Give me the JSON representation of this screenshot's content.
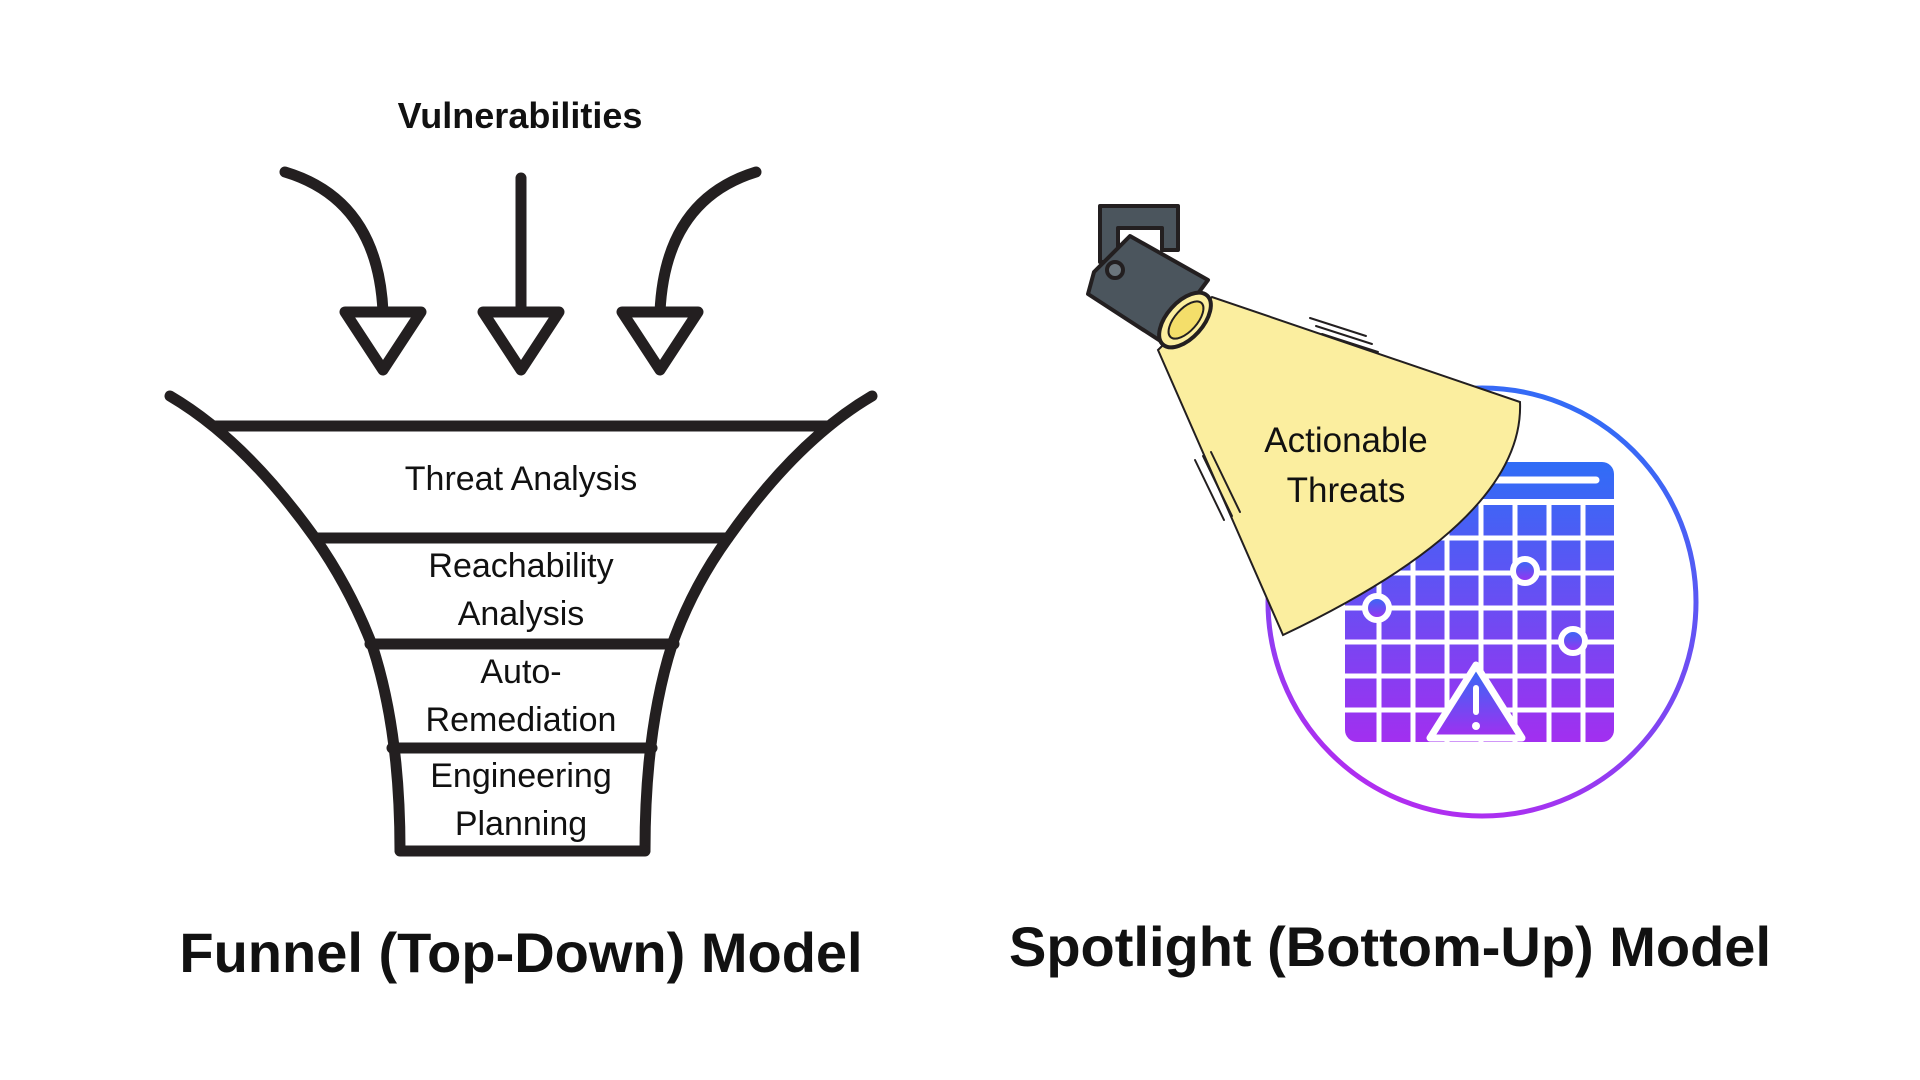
{
  "funnel": {
    "input_label": "Vulnerabilities",
    "stage_1": "Threat Analysis",
    "stage_2": [
      "Reachability",
      "Analysis"
    ],
    "stage_3": [
      "Auto-",
      "Remediation"
    ],
    "stage_4": [
      "Engineering",
      "Planning"
    ],
    "caption": "Funnel (Top-Down) Model"
  },
  "spotlight": {
    "beam_label": [
      "Actionable",
      "Threats"
    ],
    "caption": "Spotlight (Bottom-Up) Model",
    "icons": {
      "lamp": "spotlight-lamp-icon",
      "chart": "grid-chart-icon",
      "warning": "warning-triangle-icon"
    }
  },
  "colors": {
    "stroke": "#231f20",
    "beam": "#fbee9f",
    "lamp": "#4b555d",
    "gradient_top": "#2f6df6",
    "gradient_bottom": "#a22ff0"
  }
}
